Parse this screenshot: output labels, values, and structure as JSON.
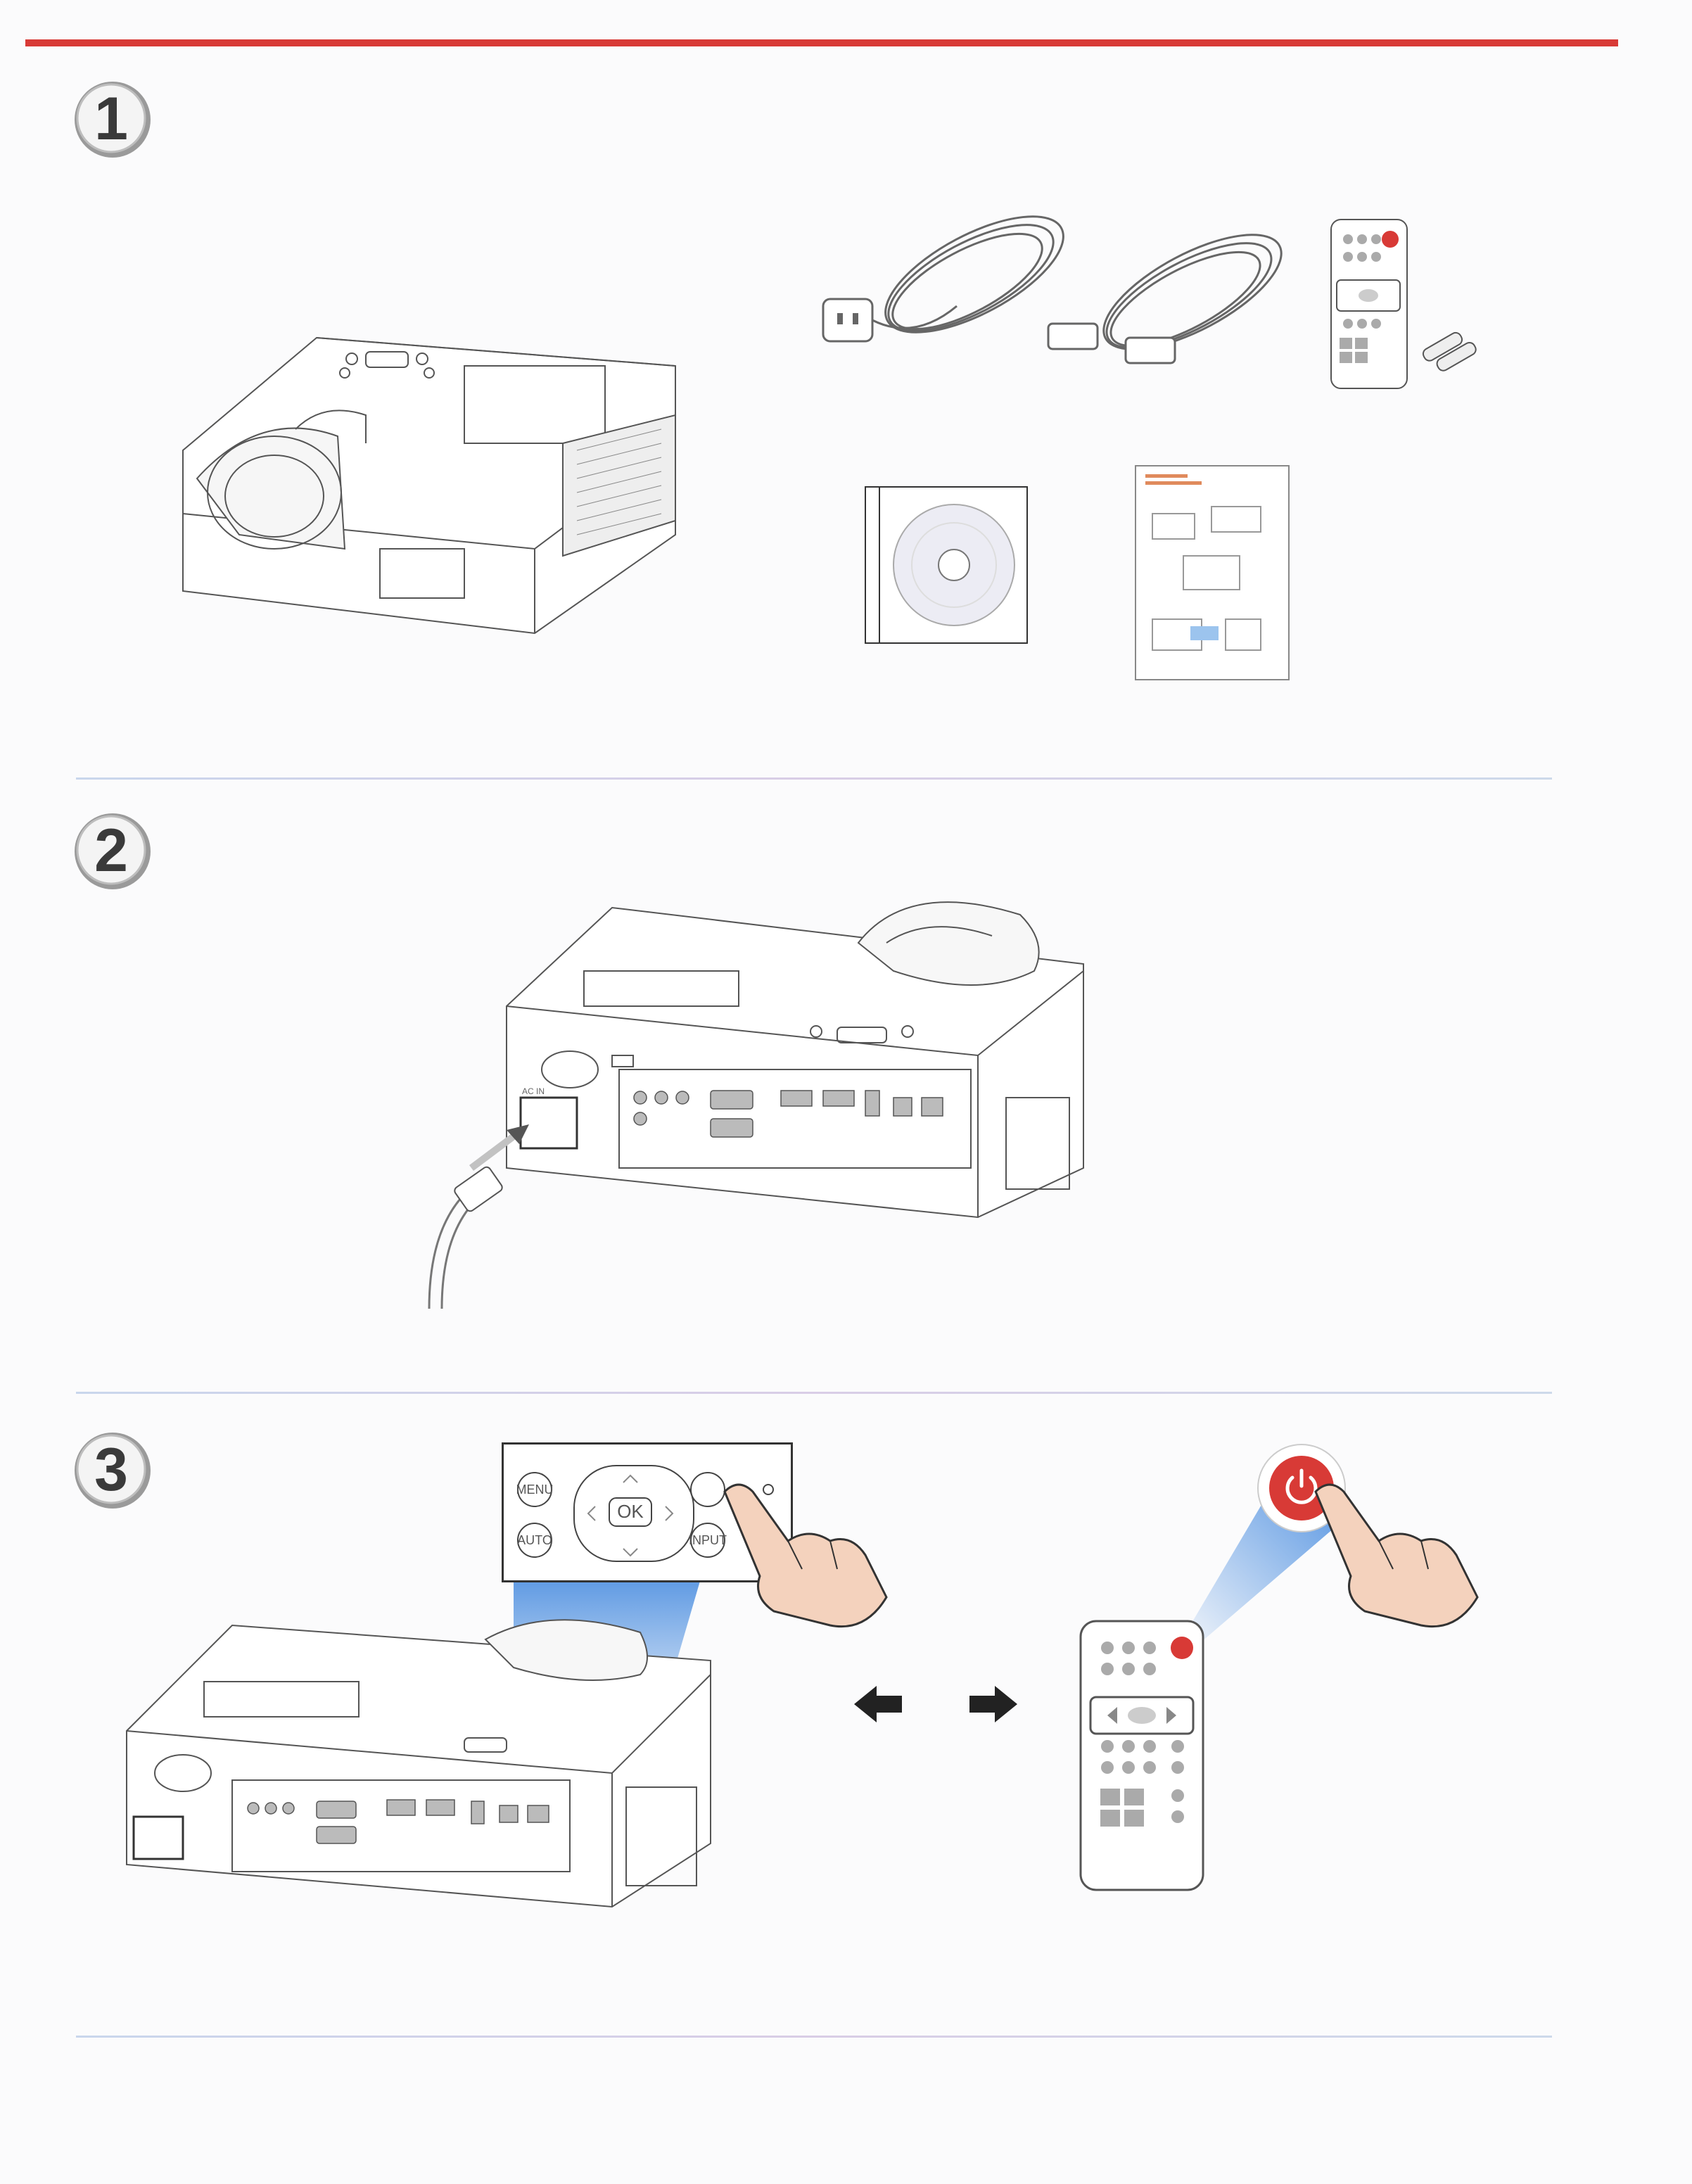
{
  "steps": [
    {
      "number": "1"
    },
    {
      "number": "2"
    },
    {
      "number": "3"
    }
  ],
  "control_panel": {
    "menu": "MENU",
    "auto": "AUTO",
    "ok": "OK",
    "input": "INPUT"
  },
  "projector_labels": {
    "ac_in": "AC IN"
  },
  "colors": {
    "top_bar": "#d83a36",
    "power_button": "#d83a36",
    "beam": "#4d8fe0"
  },
  "icons": [
    "power-icon",
    "arrow-left-icon",
    "arrow-right-icon",
    "hand-pointer-icon"
  ]
}
